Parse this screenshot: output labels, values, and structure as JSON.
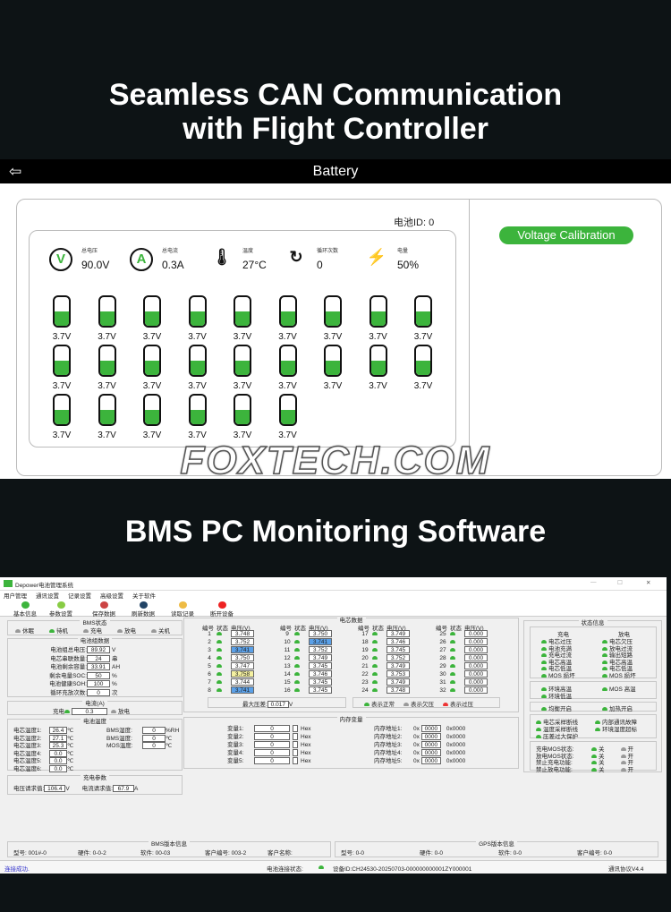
{
  "headline1": {
    "line1": "Seamless CAN Communication",
    "line2": "with Flight Controller"
  },
  "headline2": "BMS PC Monitoring Software",
  "watermark": "FOXTECH.COM",
  "app": {
    "title": "Battery",
    "battery_id": "电池ID: 0",
    "voltage_calibration": "Voltage Calibration",
    "stats": [
      {
        "icon": "voltage-icon",
        "glyph": "V",
        "label": "总电压",
        "value": "90.0V"
      },
      {
        "icon": "current-icon",
        "glyph": "A",
        "label": "总电流",
        "value": "0.3A"
      },
      {
        "icon": "thermometer-icon",
        "glyph": "🌡",
        "label": "温度",
        "value": "27°C"
      },
      {
        "icon": "cycle-icon",
        "glyph": "↻",
        "label": "循环次数",
        "value": "0"
      },
      {
        "icon": "battery-icon",
        "glyph": "⚡",
        "label": "电量",
        "value": "50%"
      }
    ],
    "cell_fill_fraction": 0.5,
    "cells": [
      "3.7V",
      "3.7V",
      "3.7V",
      "3.7V",
      "3.7V",
      "3.7V",
      "3.7V",
      "3.7V",
      "3.7V",
      "3.7V",
      "3.7V",
      "3.7V",
      "3.7V",
      "3.7V",
      "3.7V",
      "3.7V",
      "3.7V",
      "3.7V",
      "3.7V",
      "3.7V",
      "3.7V",
      "3.7V",
      "3.7V",
      "3.7V"
    ],
    "colors": {
      "accent": "#3cb43c"
    }
  },
  "software": {
    "window_title": "Depower电池管理系统",
    "window_controls": [
      "—",
      "☐",
      "✕"
    ],
    "menu": [
      "用户管理",
      "通讯设置",
      "记录设置",
      "高级设置",
      "关于软件"
    ],
    "toolbar": [
      "基本信息",
      "参数设置",
      "保存数据",
      "刷新数据",
      "读取记录",
      "断开设备"
    ],
    "bms_status": {
      "title": "BMS状态",
      "items": [
        "休眠",
        "待机",
        "充电",
        "放电",
        "关机"
      ],
      "active": 1
    },
    "pack_data": {
      "title": "电池组数据",
      "rows": [
        {
          "label": "电池组总电压:",
          "value": "89.92",
          "unit": "V"
        },
        {
          "label": "电芯串联数量:",
          "value": "24",
          "unit": "串"
        },
        {
          "label": "电池剩余容量:",
          "value": "33.91",
          "unit": "AH"
        },
        {
          "label": "剩余电量SOC:",
          "value": "50",
          "unit": "%"
        },
        {
          "label": "电池健康SOH:",
          "value": "100",
          "unit": "%"
        },
        {
          "label": "循环充放次数:",
          "value": "0",
          "unit": "次"
        }
      ]
    },
    "current": {
      "title": "电流(A)",
      "charge": "充电",
      "value": "0.3",
      "discharge": "放电"
    },
    "temps": {
      "title": "电池温度",
      "left": [
        {
          "label": "电芯温度1:",
          "value": "26.4",
          "unit": "℃"
        },
        {
          "label": "电芯温度2:",
          "value": "27.1",
          "unit": "℃"
        },
        {
          "label": "电芯温度3:",
          "value": "25.3",
          "unit": "℃"
        },
        {
          "label": "电芯温度4:",
          "value": "0.0",
          "unit": "℃"
        },
        {
          "label": "电芯温度5:",
          "value": "0.0",
          "unit": "℃"
        },
        {
          "label": "电芯温度6:",
          "value": "0.0",
          "unit": "℃"
        }
      ],
      "right": [
        {
          "label": "BMS湿度:",
          "value": "0",
          "unit": "%RH"
        },
        {
          "label": "BMS温度:",
          "value": "0",
          "unit": "℃"
        },
        {
          "label": "MOS温度:",
          "value": "0",
          "unit": "℃"
        }
      ]
    },
    "charge_params": {
      "title": "充电参数",
      "v_label": "电压请求值:",
      "v_value": "106.4",
      "v_unit": "V",
      "i_label": "电流请求值:",
      "i_value": "67.9",
      "i_unit": "A"
    },
    "cell_data": {
      "title": "电芯数据",
      "headers": [
        "编号",
        "状态",
        "电压(V)"
      ],
      "cells": [
        {
          "n": "1",
          "v": "3.748"
        },
        {
          "n": "2",
          "v": "3.752"
        },
        {
          "n": "3",
          "v": "3.741",
          "hl": "blue"
        },
        {
          "n": "4",
          "v": "3.750"
        },
        {
          "n": "5",
          "v": "3.747"
        },
        {
          "n": "6",
          "v": "3.758",
          "hl": "yellow"
        },
        {
          "n": "7",
          "v": "3.744"
        },
        {
          "n": "8",
          "v": "3.741",
          "hl": "blue"
        },
        {
          "n": "9",
          "v": "3.750"
        },
        {
          "n": "10",
          "v": "3.741",
          "hl": "blue"
        },
        {
          "n": "11",
          "v": "3.752"
        },
        {
          "n": "12",
          "v": "3.749"
        },
        {
          "n": "13",
          "v": "3.745"
        },
        {
          "n": "14",
          "v": "3.746"
        },
        {
          "n": "15",
          "v": "3.745"
        },
        {
          "n": "16",
          "v": "3.745"
        },
        {
          "n": "17",
          "v": "3.749"
        },
        {
          "n": "18",
          "v": "3.746"
        },
        {
          "n": "19",
          "v": "3.745"
        },
        {
          "n": "20",
          "v": "3.752"
        },
        {
          "n": "21",
          "v": "3.749"
        },
        {
          "n": "22",
          "v": "3.753"
        },
        {
          "n": "23",
          "v": "3.749"
        },
        {
          "n": "24",
          "v": "3.748"
        },
        {
          "n": "25",
          "v": "0.000"
        },
        {
          "n": "26",
          "v": "0.000"
        },
        {
          "n": "27",
          "v": "0.000"
        },
        {
          "n": "28",
          "v": "0.000"
        },
        {
          "n": "29",
          "v": "0.000"
        },
        {
          "n": "30",
          "v": "0.000"
        },
        {
          "n": "31",
          "v": "0.000"
        },
        {
          "n": "32",
          "v": "0.000"
        }
      ],
      "max_diff_label": "最大压差:",
      "max_diff": "0.017",
      "max_diff_unit": "V",
      "legend": [
        "表示正常",
        "表示欠压",
        "表示过压"
      ]
    },
    "memory": {
      "title": "内存变量",
      "vars": [
        {
          "label": "变量1:",
          "value": "0"
        },
        {
          "label": "变量2:",
          "value": "0"
        },
        {
          "label": "变量3:",
          "value": "0"
        },
        {
          "label": "变量4:",
          "value": "0"
        },
        {
          "label": "变量5:",
          "value": "0"
        }
      ],
      "hex_label": "Hex",
      "addrs": [
        {
          "label": "内存地址1:",
          "prefix": "0x",
          "value": "0000",
          "read": "0x0000"
        },
        {
          "label": "内存地址2:",
          "prefix": "0x",
          "value": "0000",
          "read": "0x0000"
        },
        {
          "label": "内存地址3:",
          "prefix": "0x",
          "value": "0000",
          "read": "0x0000"
        },
        {
          "label": "内存地址4:",
          "prefix": "0x",
          "value": "0000",
          "read": "0x0000"
        },
        {
          "label": "内存地址5:",
          "prefix": "0x",
          "value": "0000",
          "read": "0x0000"
        }
      ]
    },
    "status_info": {
      "title": "状态信息",
      "charge_title": "充电",
      "discharge_title": "放电",
      "charge": [
        "电芯过压",
        "电池充满",
        "充电过流",
        "电芯高温",
        "电芯低温",
        "MOS 损坏"
      ],
      "discharge": [
        "电芯欠压",
        "放电过流",
        "输出短路",
        "电芯高温",
        "电芯低温",
        "MOS 损坏"
      ],
      "env": [
        "环境高温",
        "MOS 高温",
        "环境低温"
      ],
      "misc": [
        "均衡开启",
        "加热开启"
      ],
      "faults": [
        "电芯采样断线",
        "内部通讯故障",
        "温度采样断线",
        "环境湿度超标",
        "压差过大保护"
      ],
      "switches": [
        {
          "label": "充电MOS状态:",
          "off": "关",
          "on": "开"
        },
        {
          "label": "放电MOS状态:",
          "off": "关",
          "on": "开"
        },
        {
          "label": "禁止充电功能:",
          "off": "关",
          "on": "开"
        },
        {
          "label": "禁止放电功能:",
          "off": "关",
          "on": "开"
        }
      ]
    },
    "bms_version": {
      "title": "BMS版本信息",
      "model": "型号: 001#-0",
      "hardware": "硬件: 0-0-2",
      "software": "软件: 00-03",
      "customer_no": "客户编号: 003-2",
      "customer_name": "客户名称:"
    },
    "gps_version": {
      "title": "GPS版本信息",
      "model": "型号: 0-0",
      "hardware": "硬件: 0-0",
      "software": "软件: 0-0",
      "customer_no": "客户编号: 0-0"
    },
    "statusbar": {
      "message": "连接成功.",
      "conn_label": "电池连接状态:",
      "device_id": "设备ID:CH24530-20250703-000000000001ZY000001",
      "protocol": "通讯协议V4.4"
    }
  }
}
